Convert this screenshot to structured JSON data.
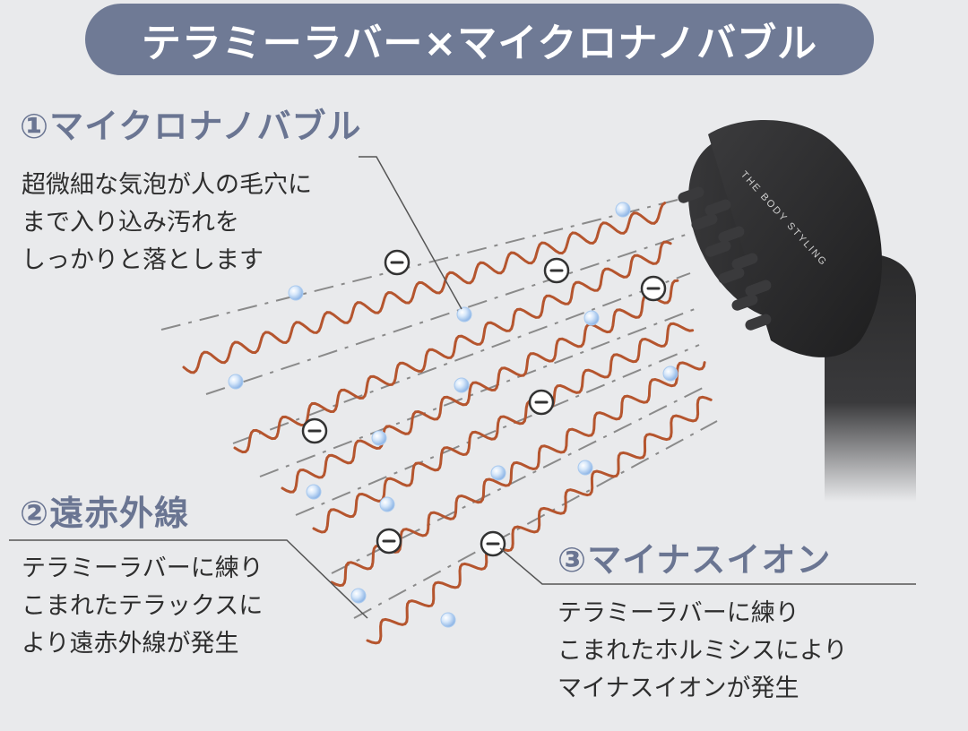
{
  "title": "テラミーラバー×マイクロナノバブル",
  "sections": [
    {
      "heading": "①マイクロナノバブル",
      "lines": [
        "超微細な気泡が人の毛穴に",
        "まで入り込み汚れを",
        "しっかりと落とします"
      ]
    },
    {
      "heading": "②遠赤外線",
      "lines": [
        "テラミーラバーに練り",
        "こまれたテラックスに",
        "より遠赤外線が発生"
      ]
    },
    {
      "heading": "③マイナスイオン",
      "lines": [
        "テラミーラバーに練り",
        "こまれたホルミシスにより",
        "マイナスイオンが発生"
      ]
    }
  ],
  "showerhead": {
    "brand_text": "THE BODY STYLING"
  },
  "colors": {
    "title_bg": "#6f7a95",
    "heading": "#6a7592",
    "wave": "#b5552e",
    "bubble": "#a9c9ee",
    "dash": "#8a8a8a",
    "showerhead": "#2a2a2b"
  }
}
